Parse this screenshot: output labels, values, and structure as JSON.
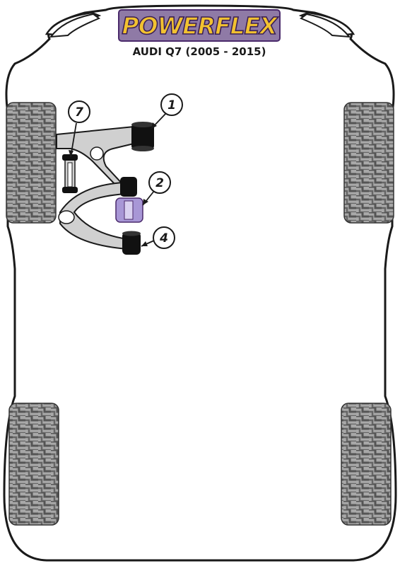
{
  "logo": {
    "brand": "POWERFLEX",
    "colors": {
      "fill": "#f2c230",
      "outline": "#4a2a6b",
      "background": "#8f7aa6"
    }
  },
  "vehicle": {
    "title": "AUDI Q7 (2005 - 2015)"
  },
  "callouts": [
    {
      "number": "1"
    },
    {
      "number": "2"
    },
    {
      "number": "4"
    },
    {
      "number": "7"
    }
  ],
  "colors": {
    "chassis_outline": "#1a1a1a",
    "tyre_tread": "#5a5a5a",
    "tyre_background": "#a8a8a8",
    "arm_fill": "#d0d0d0",
    "bush_black": "#111111",
    "bush_purple": "#a897d6"
  }
}
